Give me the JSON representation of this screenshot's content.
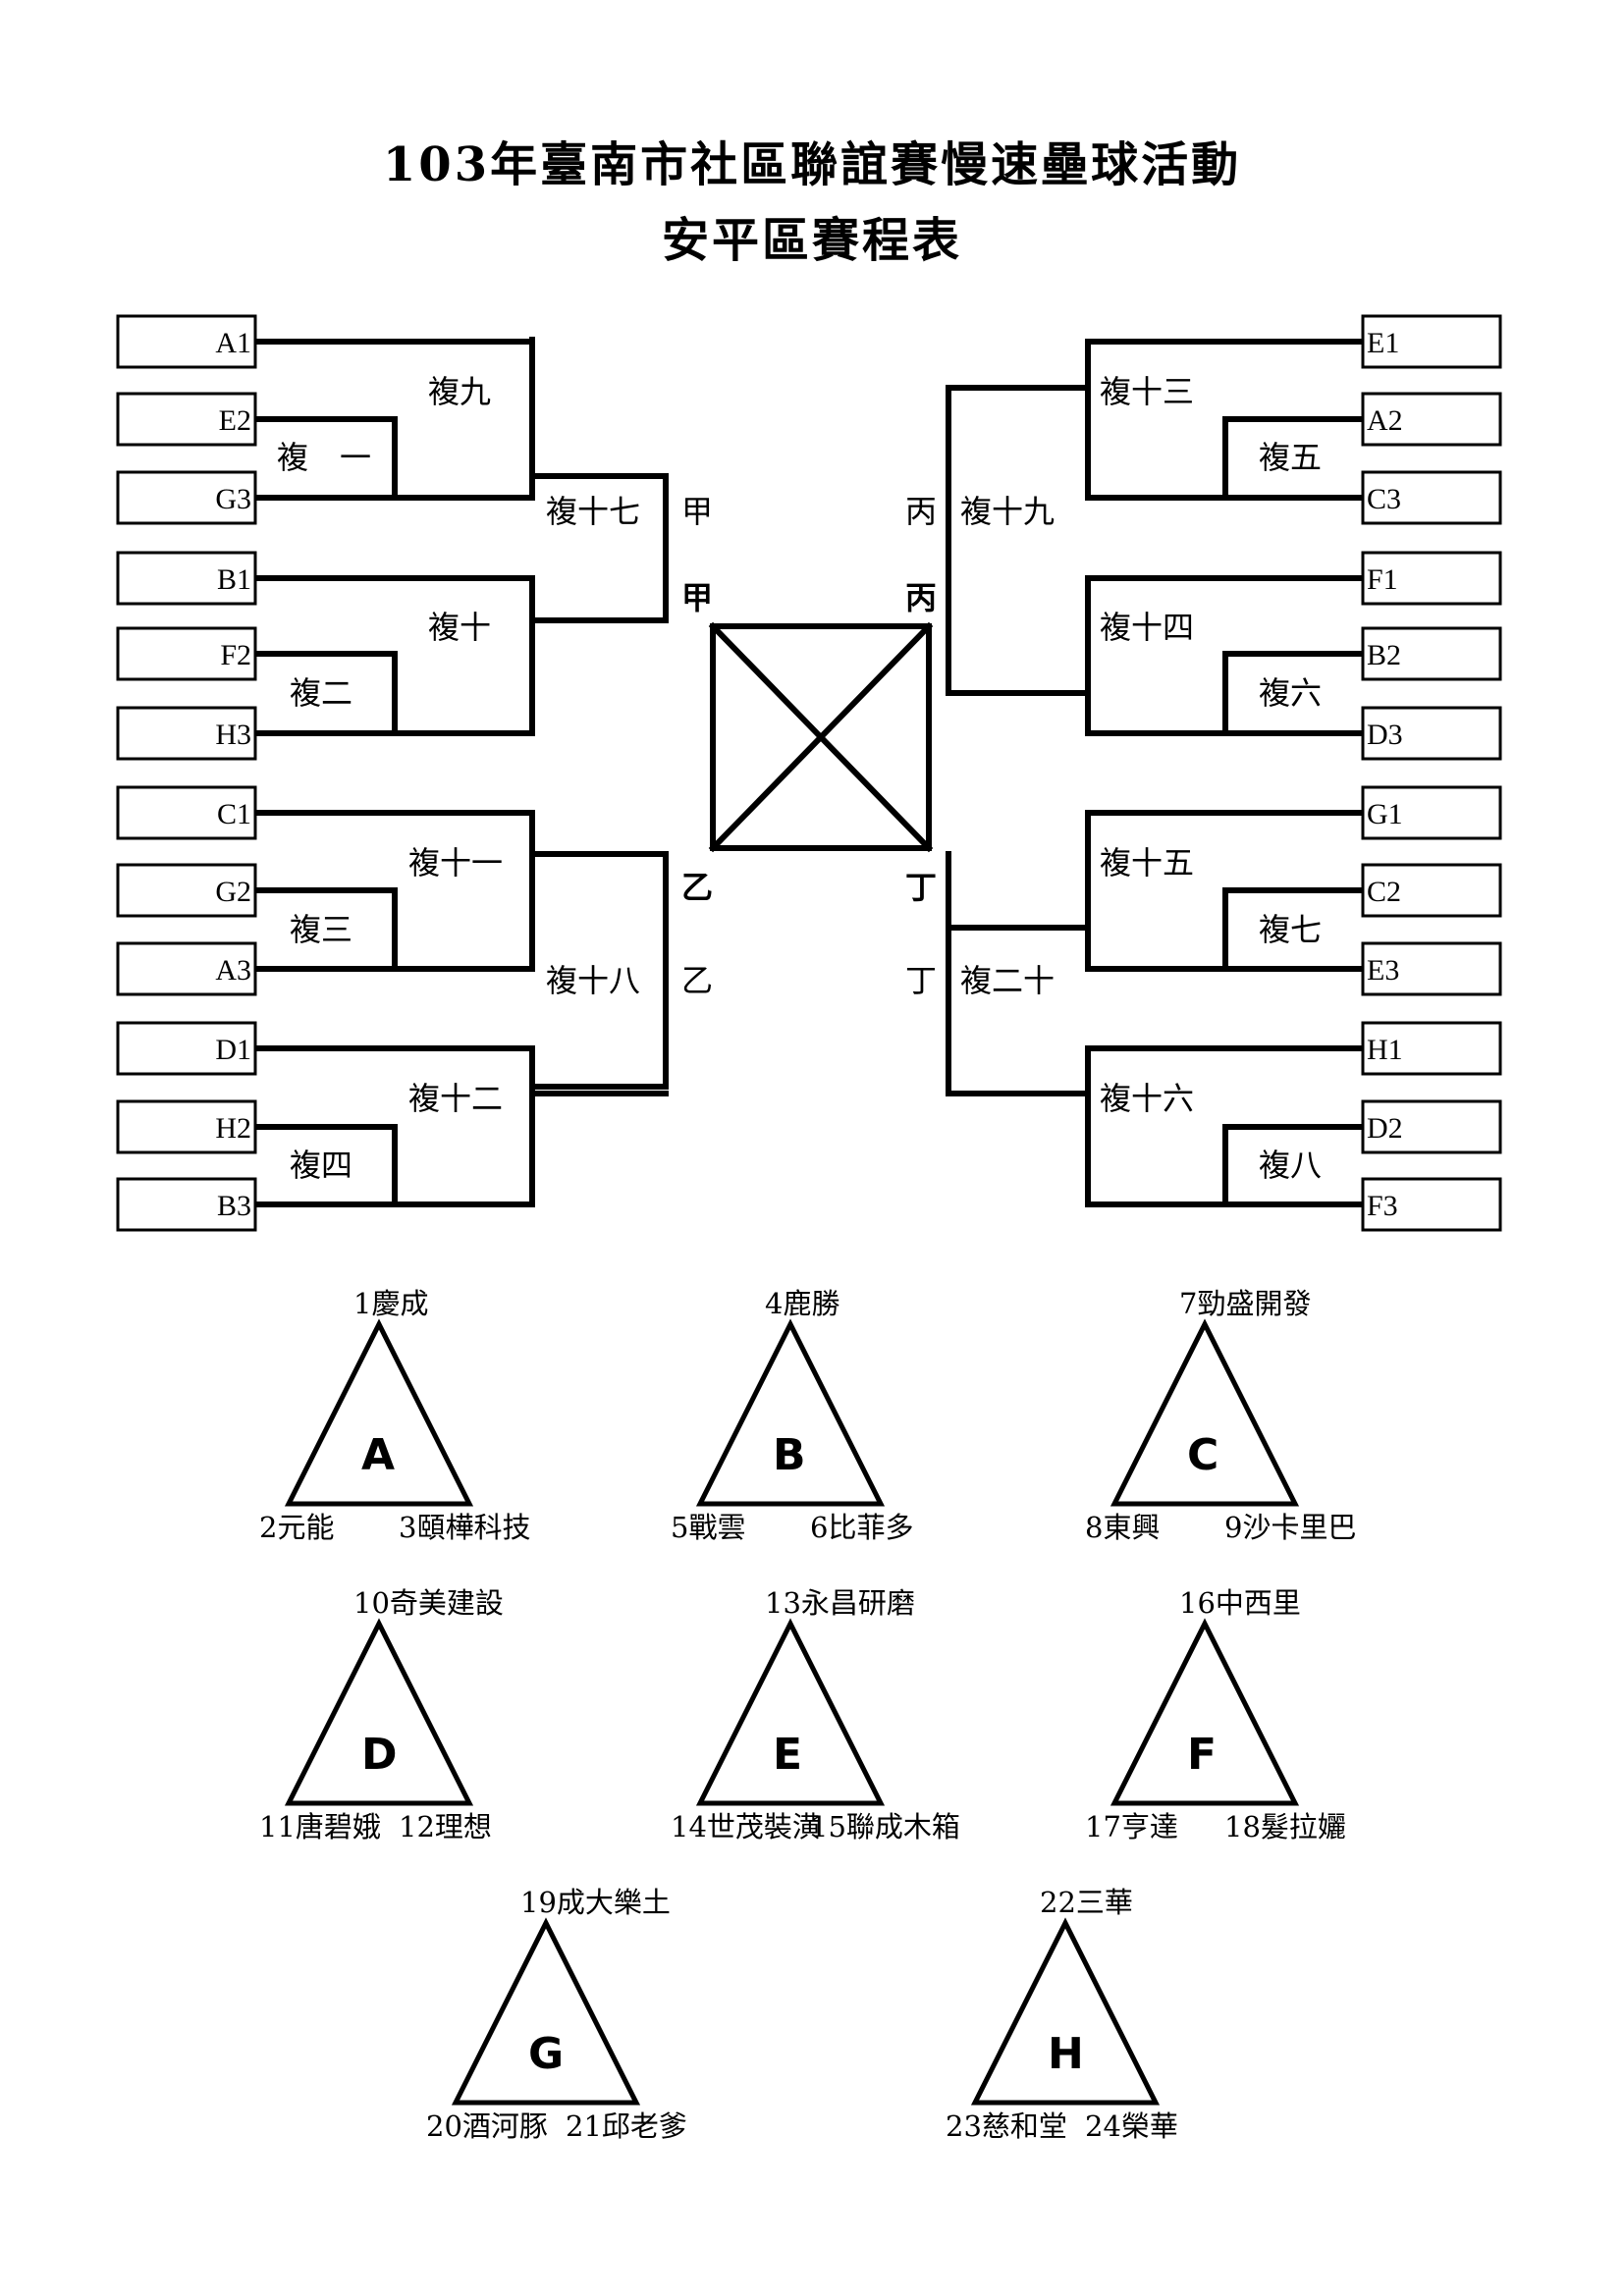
{
  "title": "103年臺南市社區聯誼賽慢速壘球活動",
  "subtitle": "安平區賽程表",
  "left_slots": [
    "A1",
    "E2",
    "G3",
    "B1",
    "F2",
    "H3",
    "C1",
    "G2",
    "A3",
    "D1",
    "H2",
    "B3"
  ],
  "right_slots": [
    "E1",
    "A2",
    "C3",
    "F1",
    "B2",
    "D3",
    "G1",
    "C2",
    "E3",
    "H1",
    "D2",
    "F3"
  ],
  "rounds": {
    "r1": "複　一",
    "r2": "複二",
    "r3": "複三",
    "r4": "複四",
    "r5": "複五",
    "r6": "複六",
    "r7": "複七",
    "r8": "複八",
    "r9": "複九",
    "r10": "複十",
    "r11": "複十一",
    "r12": "複十二",
    "r13": "複十三",
    "r14": "複十四",
    "r15": "複十五",
    "r16": "複十六",
    "r17": "複十七",
    "r18": "複十八",
    "r19": "複十九",
    "r20": "複二十"
  },
  "winner_marks": {
    "jia": "甲",
    "yi": "乙",
    "bing": "丙",
    "ding": "丁"
  },
  "groups": [
    {
      "letter": "A",
      "top": "1慶成",
      "left": "2元能",
      "right": "3頤樺科技"
    },
    {
      "letter": "B",
      "top": "4鹿勝",
      "left": "5戰雲",
      "right": "6比菲多"
    },
    {
      "letter": "C",
      "top": "7勁盛開發",
      "left": "8東興",
      "right": "9沙卡里巴"
    },
    {
      "letter": "D",
      "top": "10奇美建設",
      "left": "11唐碧娥",
      "right": "12理想"
    },
    {
      "letter": "E",
      "top": "13永昌研磨",
      "left": "14世茂裝潢",
      "right": "15聯成木箱"
    },
    {
      "letter": "F",
      "top": "16中西里",
      "left": "17亨達",
      "right": "18髮拉孋"
    },
    {
      "letter": "G",
      "top": "19成大樂土",
      "left": "20酒河豚",
      "right": "21邱老爹"
    },
    {
      "letter": "H",
      "top": "22三華",
      "left": "23慈和堂",
      "right": "24榮華"
    }
  ]
}
